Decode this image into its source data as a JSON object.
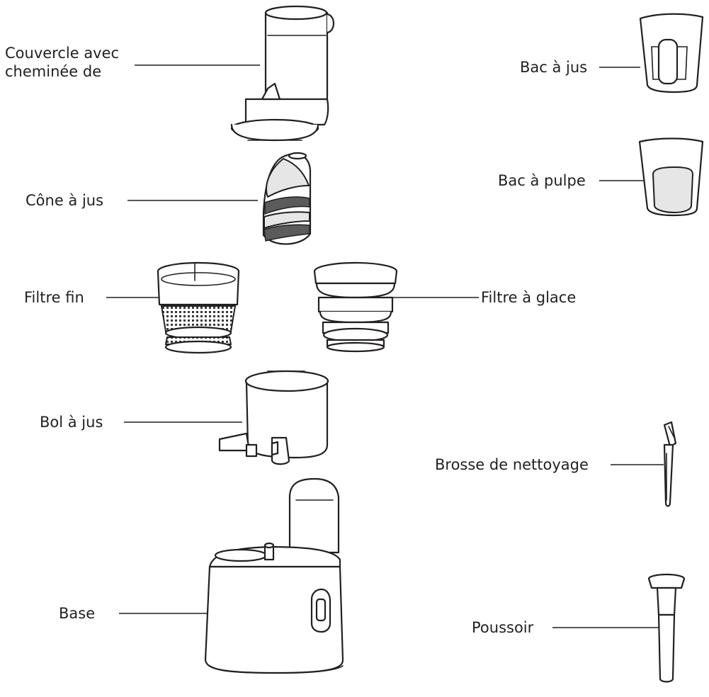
{
  "labels": {
    "couvercle": "Couvercle avec\ncheminée de",
    "cone": "Cône à jus",
    "filtre_fin": "Filtre fin",
    "bol": "Bol à jus",
    "base": "Base",
    "bac_jus": "Bac à jus",
    "bac_pulpe": "Bac à pulpe",
    "filtre_glace": "Filtre à glace",
    "brosse": "Brosse de nettoyage",
    "poussoir": "Poussoir"
  }
}
